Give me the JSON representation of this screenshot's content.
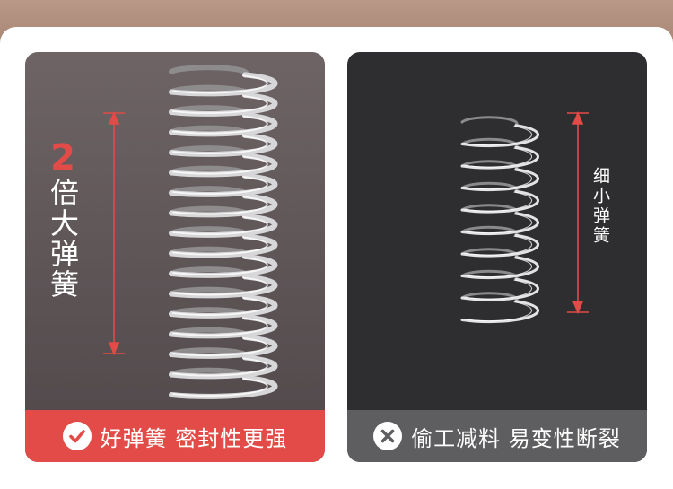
{
  "left_card": {
    "number": "2",
    "vertical_text": "倍大弹簧",
    "footer_text": "好弹簧 密封性更强",
    "footer_icon": "check-icon",
    "colors": {
      "accent": "#e24b47",
      "footer": "#e24b47"
    }
  },
  "right_card": {
    "vertical_text": "细小弹簧",
    "footer_text": "偷工减料 易变性断裂",
    "footer_icon": "cross-icon",
    "colors": {
      "footer": "#5e5d5f"
    }
  }
}
